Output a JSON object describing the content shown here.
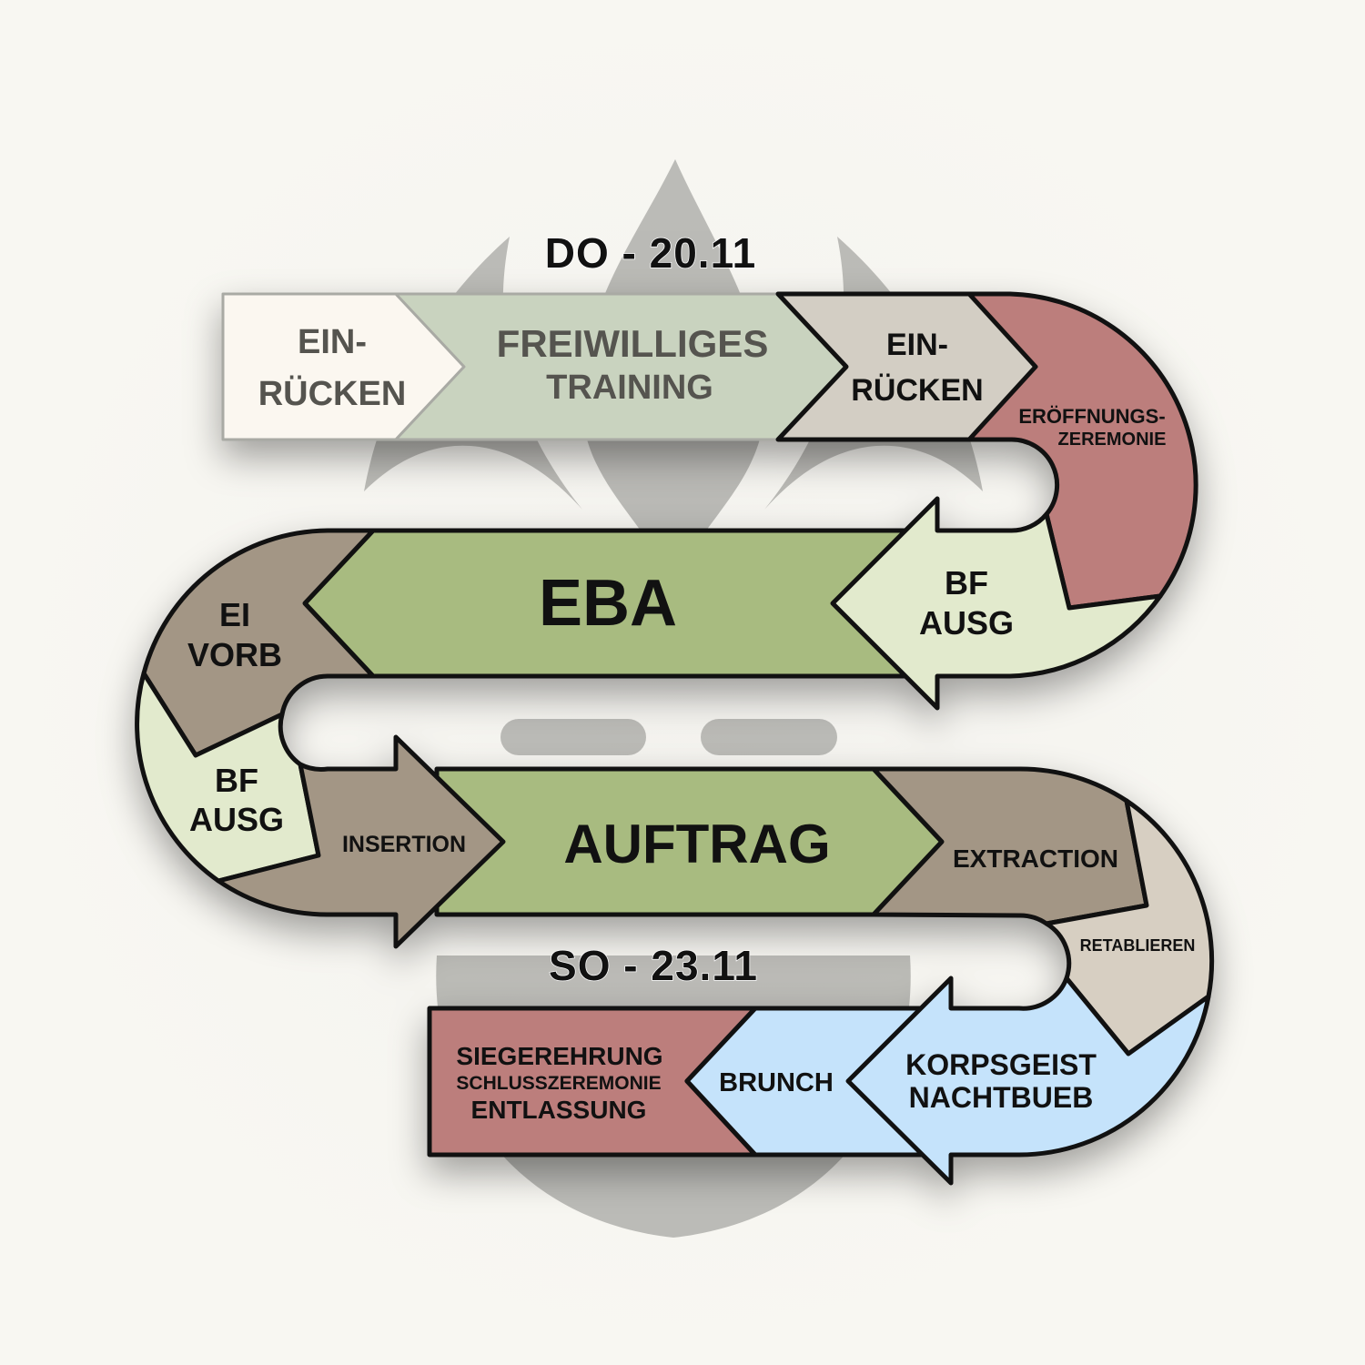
{
  "dates": {
    "start": "DO - 20.11",
    "end": "SO - 23.11"
  },
  "row1": {
    "einruecken1": [
      "EIN-",
      "RÜCKEN"
    ],
    "training": [
      "FREIWILLIGES",
      "TRAINING"
    ],
    "einruecken2": [
      "EIN-",
      "RÜCKEN"
    ],
    "ceremony": [
      "ERÖFFNUNGS-",
      "ZEREMONIE"
    ]
  },
  "row2": {
    "bf_ausg": [
      "BF",
      "AUSG"
    ],
    "eba": "EBA",
    "ei_vorb": [
      "EI",
      "VORB"
    ]
  },
  "row3": {
    "bf_ausg": [
      "BF",
      "AUSG"
    ],
    "insertion": "INSERTION",
    "auftrag": "AUFTRAG",
    "extraction": "EXTRACTION",
    "retablieren": "RETABLIEREN"
  },
  "row4": {
    "korpsgeist": [
      "KORPSGEIST",
      "NACHTBUEB"
    ],
    "brunch": "BRUNCH",
    "closing": [
      "SIEGEREHRUNG",
      "SCHLUSSZEREMONIE",
      "ENTLASSUNG"
    ]
  },
  "colors": {
    "cream": "#fbf7f0",
    "sage": "#c9d3bf",
    "greige": "#d3cec4",
    "rose": "#bc7e7c",
    "lightgreen": "#e2eacd",
    "green": "#a8bb80",
    "taupe": "#a39685",
    "beige": "#d7cfc2",
    "blue": "#c5e3fb"
  }
}
